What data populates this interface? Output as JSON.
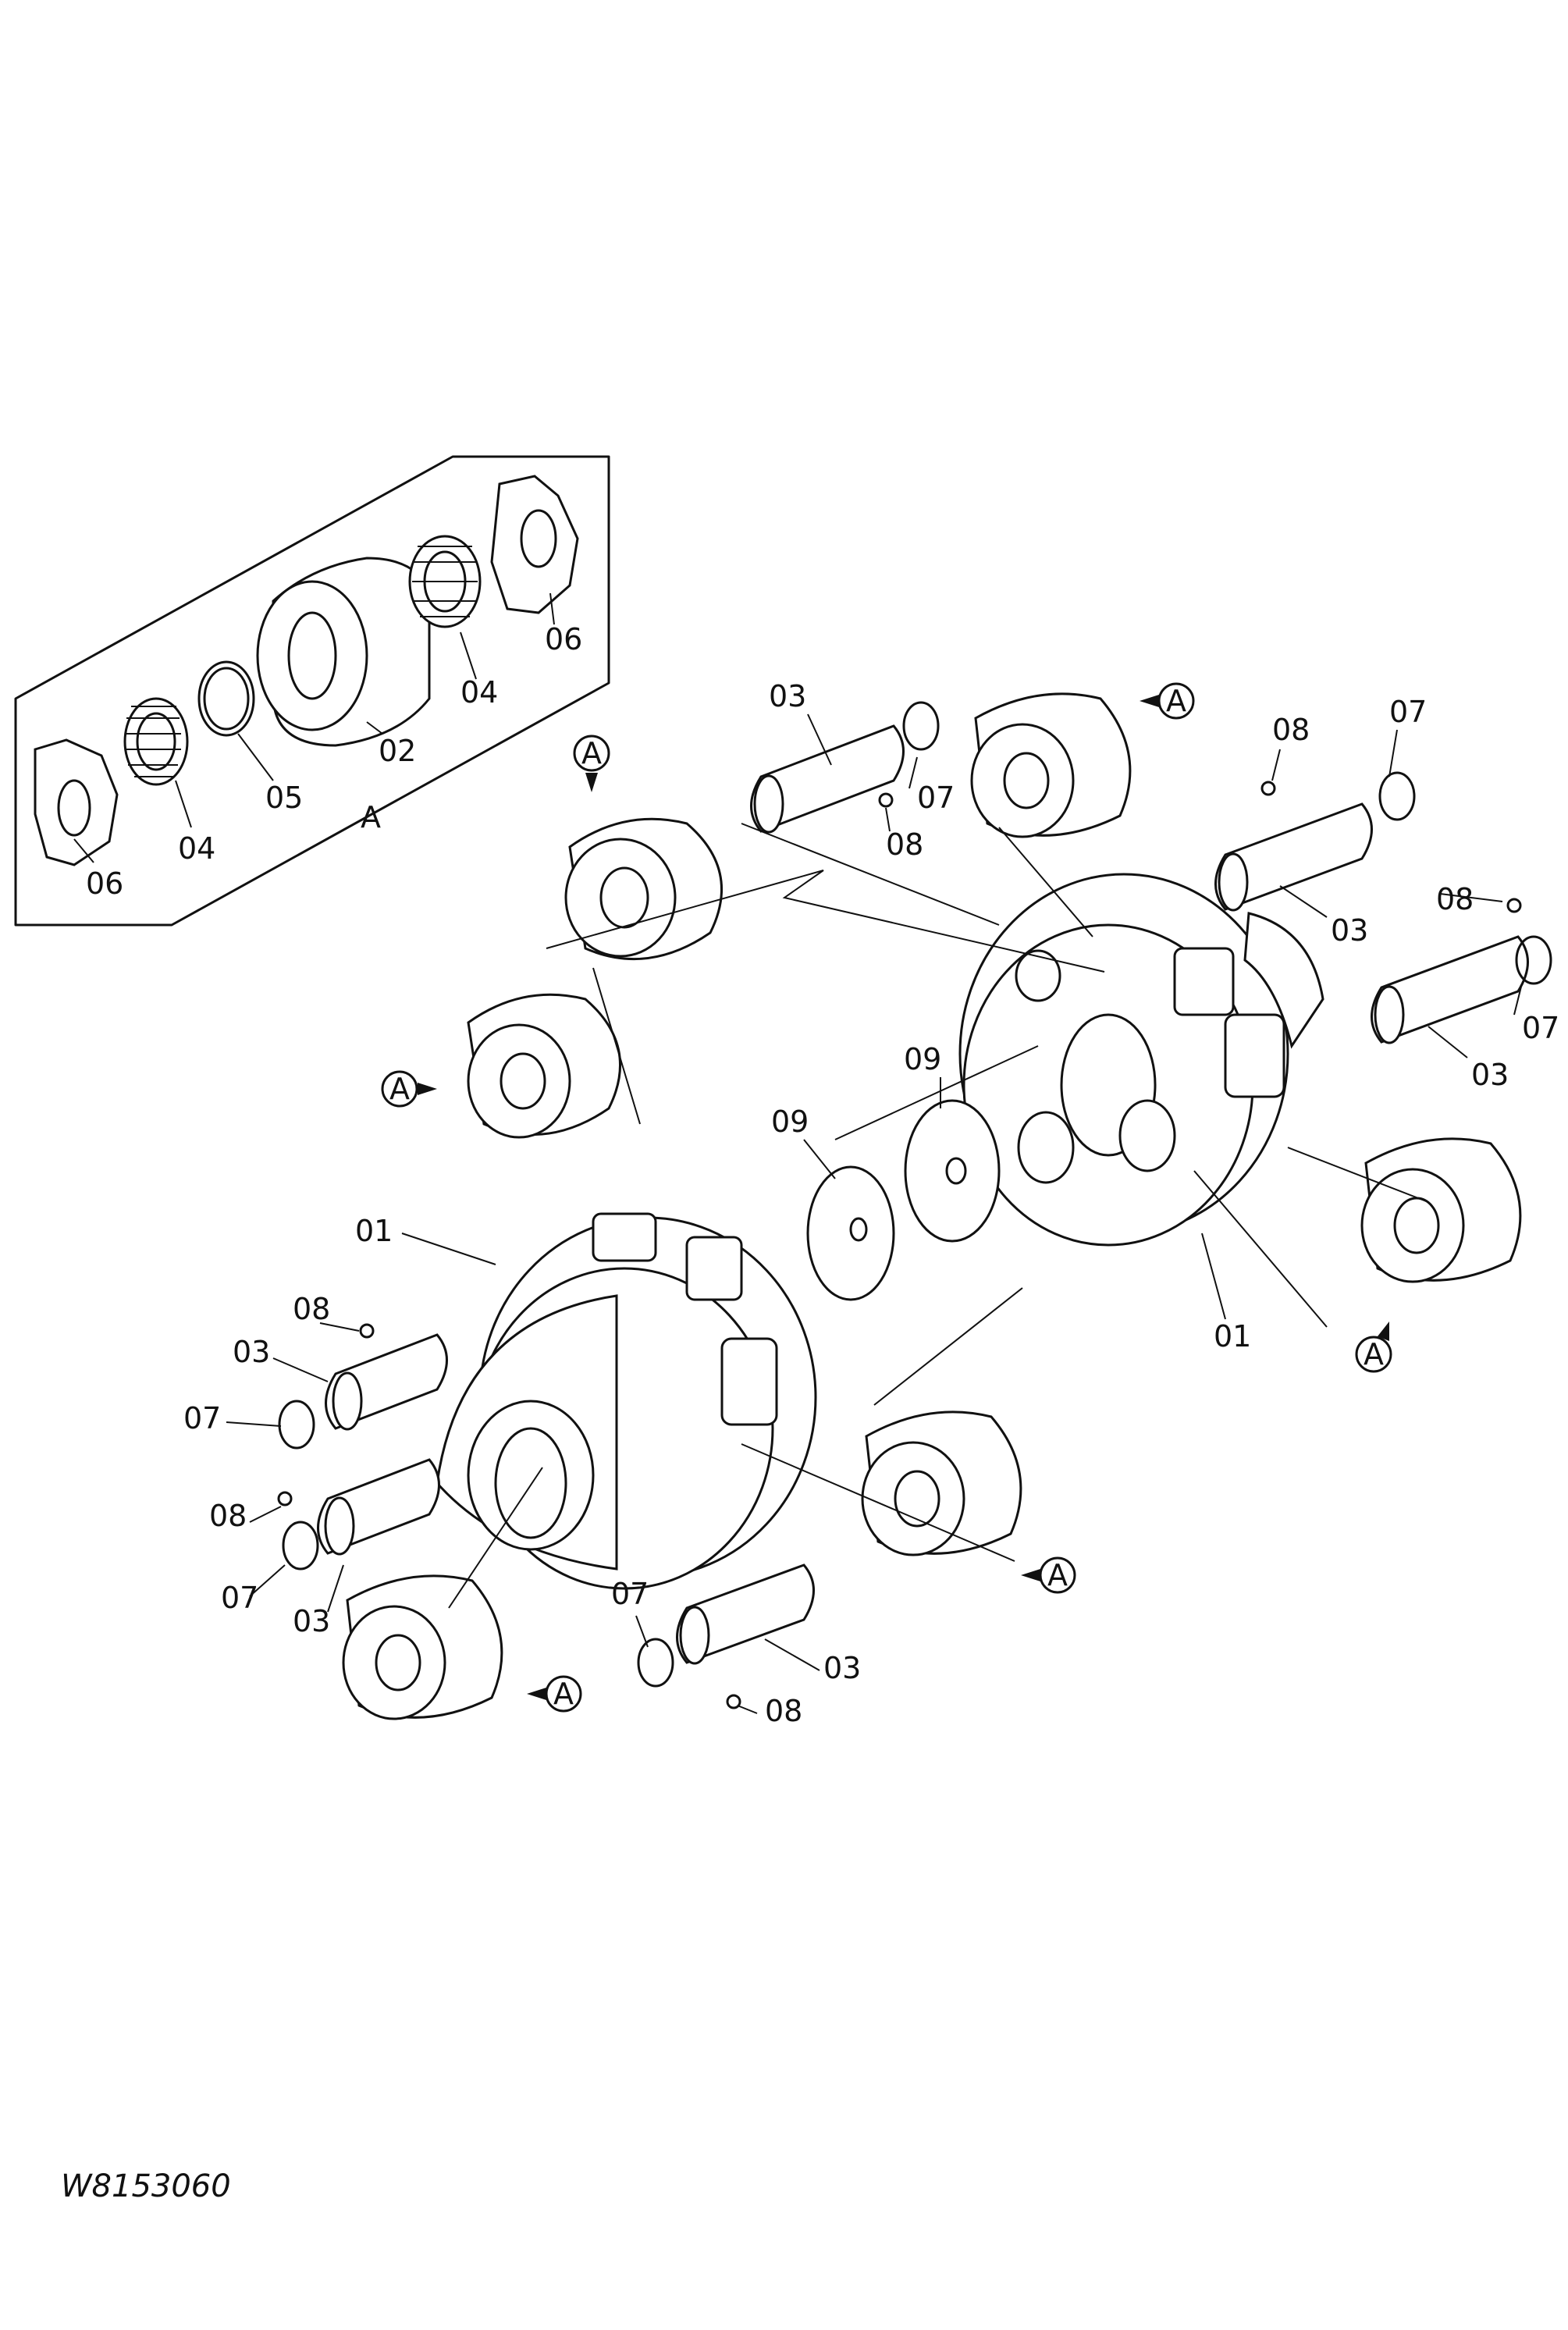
{
  "drawing_number": "W8153060",
  "inset": {
    "title": "A",
    "part_labels": [
      "06",
      "04",
      "05",
      "02",
      "04",
      "06"
    ]
  },
  "callout_symbol": "A",
  "part_labels": {
    "p01": "01",
    "p02": "02",
    "p03": "03",
    "p04": "04",
    "p05": "05",
    "p06": "06",
    "p07": "07",
    "p08": "08",
    "p09": "09"
  }
}
